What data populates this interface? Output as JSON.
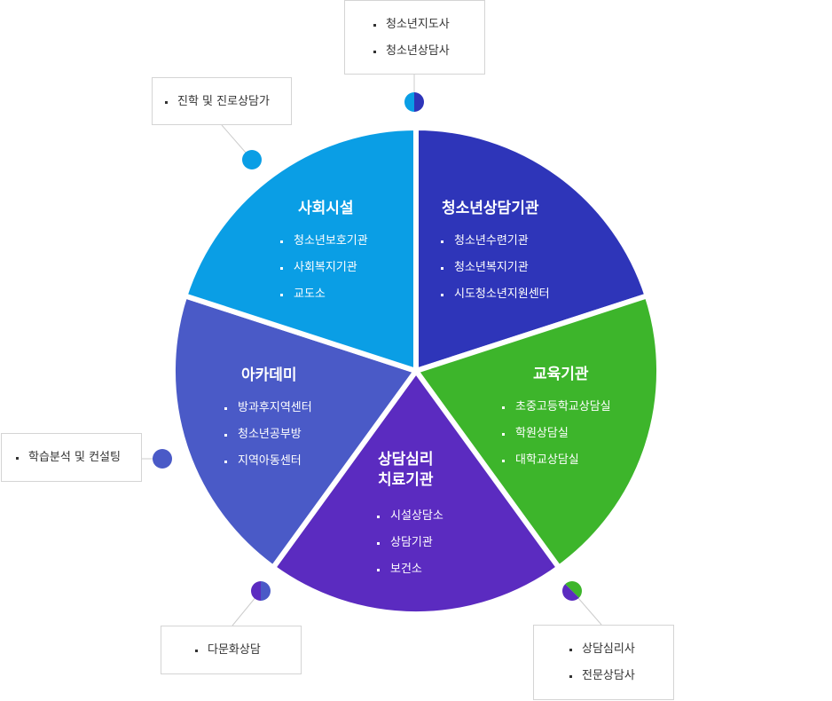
{
  "colors": {
    "youth_counseling": "#2e35b9",
    "education": "#3db52b",
    "counseling_therapy": "#5b2bc0",
    "academy": "#4a5ac7",
    "social_facility": "#0a9ee5",
    "connector": "#cccccc",
    "callout_border": "#d4d4d4"
  },
  "segments": [
    {
      "key": "youth_counseling",
      "title": "청소년상담기관",
      "items": [
        "청소년수련기관",
        "청소년복지기관",
        "시도청소년지원센터"
      ]
    },
    {
      "key": "education",
      "title": "교육기관",
      "items": [
        "초중고등학교상담실",
        "학원상담실",
        "대학교상담실"
      ]
    },
    {
      "key": "counseling_therapy",
      "title": "상담심리\n치료기관",
      "items": [
        "시설상담소",
        "상담기관",
        "보건소"
      ]
    },
    {
      "key": "academy",
      "title": "아카데미",
      "items": [
        "방과후지역센터",
        "청소년공부방",
        "지역아동센터"
      ]
    },
    {
      "key": "social_facility",
      "title": "사회시설",
      "items": [
        "청소년보호기관",
        "사회복지기관",
        "교도소"
      ]
    }
  ],
  "callouts": [
    {
      "key": "top",
      "items": [
        "청소년지도사",
        "청소년상담사"
      ],
      "dot_colors": [
        "#0a9ee5",
        "#2e35b9"
      ]
    },
    {
      "key": "top_left",
      "items": [
        "진학 및 진로상담가"
      ],
      "dot_colors": [
        "#0a9ee5"
      ]
    },
    {
      "key": "left",
      "items": [
        "학습분석 및 컨설팅"
      ],
      "dot_colors": [
        "#4a5ac7"
      ]
    },
    {
      "key": "bottom_left",
      "items": [
        "다문화상담"
      ],
      "dot_colors": [
        "#4a5ac7",
        "#5b2bc0"
      ]
    },
    {
      "key": "bottom_right",
      "items": [
        "상담심리사",
        "전문상담사"
      ],
      "dot_colors": [
        "#3db52b",
        "#5b2bc0"
      ]
    }
  ]
}
